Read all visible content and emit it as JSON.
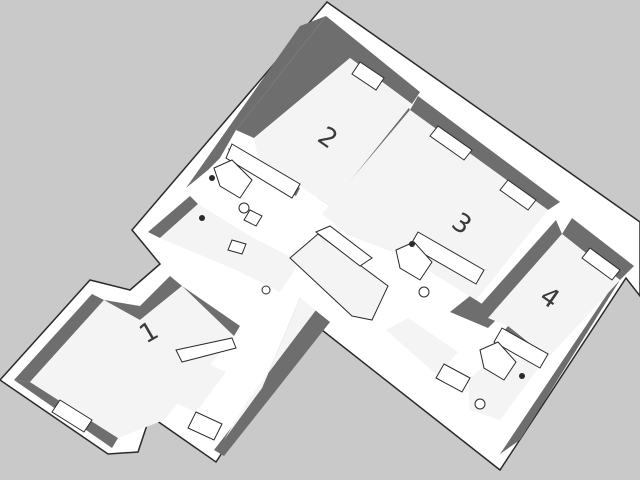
{
  "colors": {
    "background": "#c9c9c9",
    "wall_top": "#ffffff",
    "wall_side": "#6e6e6e",
    "floor": "#f2f2f2",
    "outline": "#2a2a2a"
  },
  "rooms": [
    {
      "id": "room-1",
      "label": "1"
    },
    {
      "id": "room-2",
      "label": "2"
    },
    {
      "id": "room-3",
      "label": "3"
    },
    {
      "id": "room-4",
      "label": "4"
    }
  ]
}
